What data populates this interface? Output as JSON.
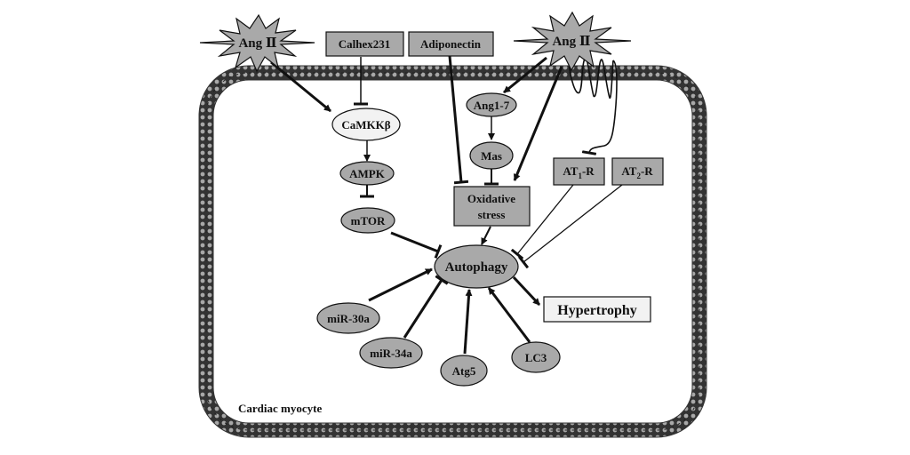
{
  "diagram": {
    "cell_label": "Cardiac myocyte",
    "nodes": {
      "ang2_left": "Ang Ⅱ",
      "ang2_right": "Ang Ⅱ",
      "calhex": "Calhex231",
      "adiponectin": "Adiponectin",
      "camkkb": "CaMKKβ",
      "ampk": "AMPK",
      "mtor": "mTOR",
      "ang17": "Ang1-7",
      "mas": "Mas",
      "oxidative_line1": "Oxidative",
      "oxidative_line2": "stress",
      "at1r_main": "AT",
      "at1r_sub": "1",
      "at1r_suffix": "-R",
      "at2r_main": "AT",
      "at2r_sub": "2",
      "at2r_suffix": "-R",
      "autophagy": "Autophagy",
      "hypertrophy": "Hypertrophy",
      "mir30a": "miR-30a",
      "mir34a": "miR-34a",
      "atg5": "Atg5",
      "lc3": "LC3"
    },
    "colors": {
      "node_fill": "#a9a9a9",
      "light_fill": "#f2f2f2",
      "membrane_fill": "#b5b5b5",
      "line": "#111111"
    }
  }
}
